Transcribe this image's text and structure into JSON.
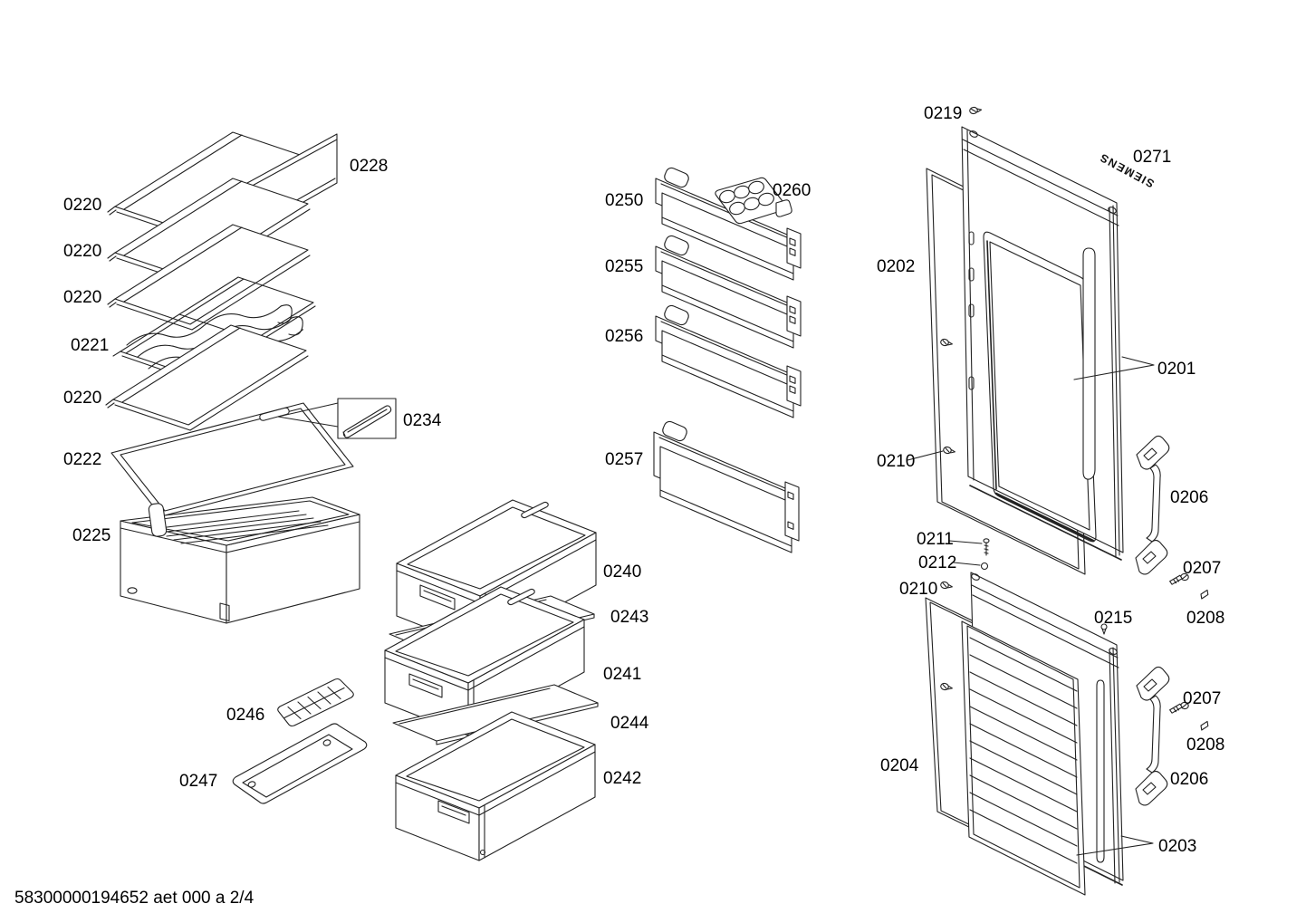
{
  "document": {
    "footer_code": "58300000194652 aet 000 a 2/4"
  },
  "brand": "SIEMENS",
  "colors": {
    "background": "#ffffff",
    "line": "#222222",
    "text": "#000000"
  },
  "parts": {
    "0201": "0201",
    "0202": "0202",
    "0203": "0203",
    "0204": "0204",
    "0206": "0206",
    "0207": "0207",
    "0208": "0208",
    "0210": "0210",
    "0211": "0211",
    "0212": "0212",
    "0215": "0215",
    "0219": "0219",
    "0220": "0220",
    "0221": "0221",
    "0222": "0222",
    "0225": "0225",
    "0228": "0228",
    "0234": "0234",
    "0240": "0240",
    "0241": "0241",
    "0242": "0242",
    "0243": "0243",
    "0244": "0244",
    "0246": "0246",
    "0247": "0247",
    "0250": "0250",
    "0255": "0255",
    "0256": "0256",
    "0257": "0257",
    "0260": "0260",
    "0271": "0271"
  }
}
